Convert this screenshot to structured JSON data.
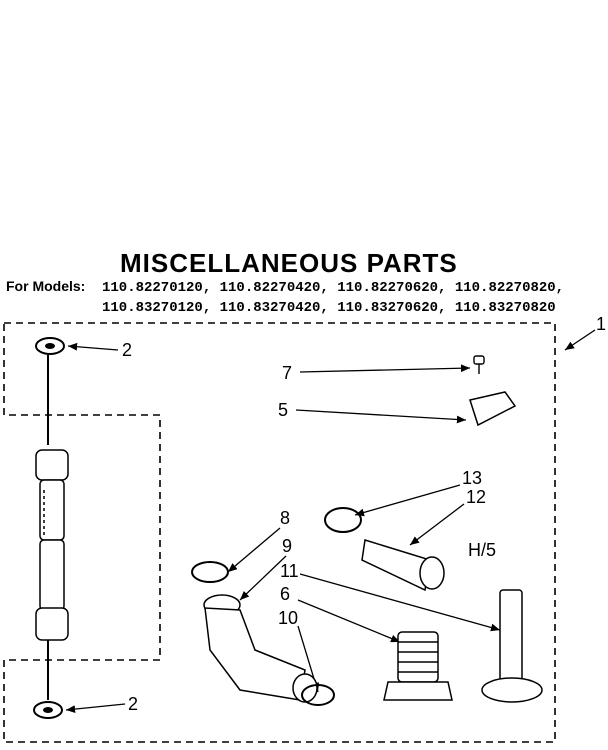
{
  "title": "MISCELLANEOUS PARTS",
  "models": {
    "label": "For Models:",
    "line1": "110.82270120, 110.82270420, 110.82270620, 110.82270820,",
    "line2": "110.83270120, 110.83270420, 110.83270620, 110.83270820"
  },
  "callouts": {
    "c1": "1",
    "c2a": "2",
    "c2b": "2",
    "c5": "5",
    "c6": "6",
    "c7": "7",
    "c8": "8",
    "c9": "9",
    "c10": "10",
    "c11": "11",
    "c12": "12",
    "c13": "13"
  },
  "note": "H/5"
}
